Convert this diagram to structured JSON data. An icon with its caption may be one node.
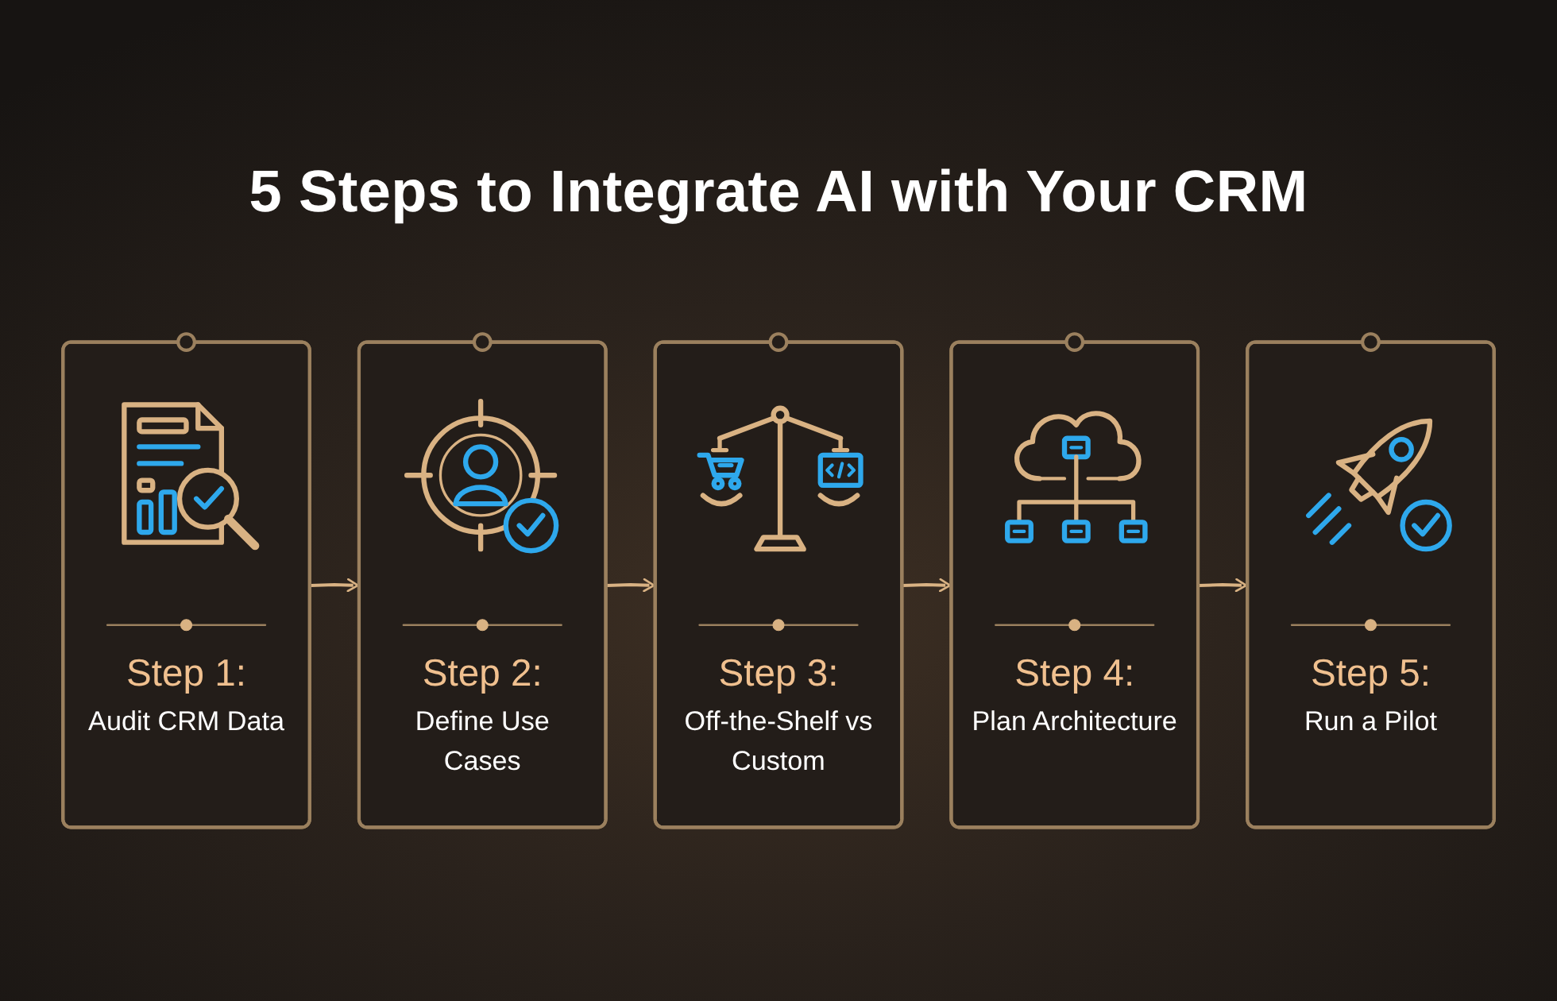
{
  "diagram": {
    "title": "5 Steps to Integrate AI with Your CRM",
    "nodes": [
      {
        "text": [
          "Step 1:",
          "Audit CRM Data"
        ]
      },
      {
        "text": [
          "Step 2:",
          "Define Use Cases"
        ]
      },
      {
        "text": [
          "Step 3:",
          "Off-the-Shelf vs Custom"
        ]
      },
      {
        "text": [
          "Step 4:",
          "Plan Architecture"
        ]
      },
      {
        "text": [
          "Step 5:",
          "Run a Pilot"
        ]
      }
    ],
    "edges": [
      {
        "from": 0,
        "to": 1,
        "arrow": "to"
      },
      {
        "from": 1,
        "to": 2,
        "arrow": "to"
      },
      {
        "from": 2,
        "to": 3,
        "arrow": "to"
      },
      {
        "from": 3,
        "to": 4,
        "arrow": "to"
      }
    ]
  }
}
